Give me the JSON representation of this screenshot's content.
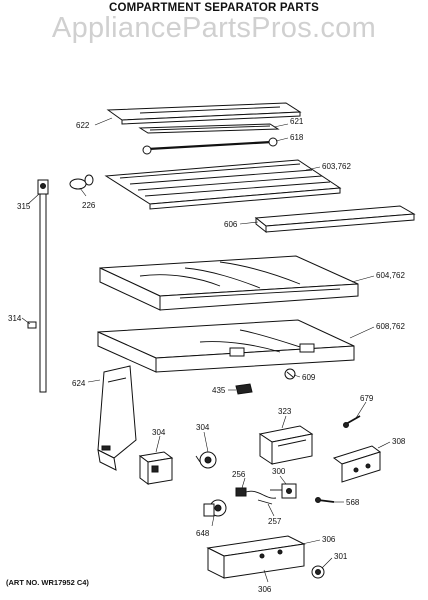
{
  "header": {
    "title": "COMPARTMENT SEPARATOR PARTS",
    "watermark": "AppliancePartsPros.com"
  },
  "art_number": "(ART NO. WR17952 C4)",
  "callouts": {
    "c622": "622",
    "c621": "621",
    "c618": "618",
    "c603": "603,762",
    "c315": "315",
    "c226": "226",
    "c606": "606",
    "c604": "604,762",
    "c314": "314",
    "c608": "608,762",
    "c624": "624",
    "c435": "435",
    "c609": "609",
    "c679": "679",
    "c323": "323",
    "c304a": "304",
    "c304b": "304",
    "c308": "308",
    "c256": "256",
    "c300": "300",
    "c568": "568",
    "c257": "257",
    "c648": "648",
    "c306a": "306",
    "c301": "301",
    "c306b": "306"
  }
}
